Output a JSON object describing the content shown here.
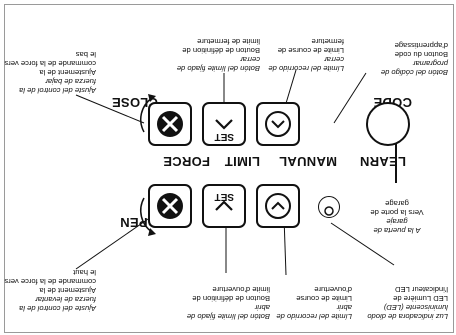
{
  "panel": {
    "led_area_label": "LEARN",
    "code_label": "CODE",
    "manual_label": "MANUAL",
    "limit_label": "LIMIT",
    "force_label": "FORCE",
    "open_label": "OPEN",
    "close_label": "CLOSE",
    "set_label_top": "SET",
    "set_label_bottom": "SET"
  },
  "callouts": {
    "led": {
      "es": "Luz indicadora de diodo luminiscente (LED)",
      "en": "LED Lumière de",
      "fr": "l'indicateur LED"
    },
    "garage": {
      "es": "A la puerta de garaje",
      "fr": "Vers la porte de garage"
    },
    "code_button": {
      "es": "Botón del código de programar",
      "fr": "Bouton du code d'apprentissage"
    },
    "close_limit_button": {
      "es": "Límite del recorrido de cerrar",
      "fr": "Limite de course de fermeture"
    },
    "close_set_button": {
      "es": "Botón del límite fijado de cerrar",
      "fr": "Bouton de définition de limite de fermeture"
    },
    "close_force": {
      "es": "Ajuste del control de la fuerza de bajar",
      "fr": "Ajustement de la commande de la force vers le bas"
    },
    "open_force": {
      "es": "Ajuste del control de la fuerza de levantar",
      "fr": "Ajustement de la commande de la force vers le haut"
    },
    "open_set_button": {
      "es": "Botón del límite fijado de abrir",
      "fr": "Bouton de définition de limite d'ouverture"
    },
    "open_limit_button": {
      "es": "Límite del recorrido de abrir",
      "fr": "Limite de course d'ouverture"
    }
  }
}
